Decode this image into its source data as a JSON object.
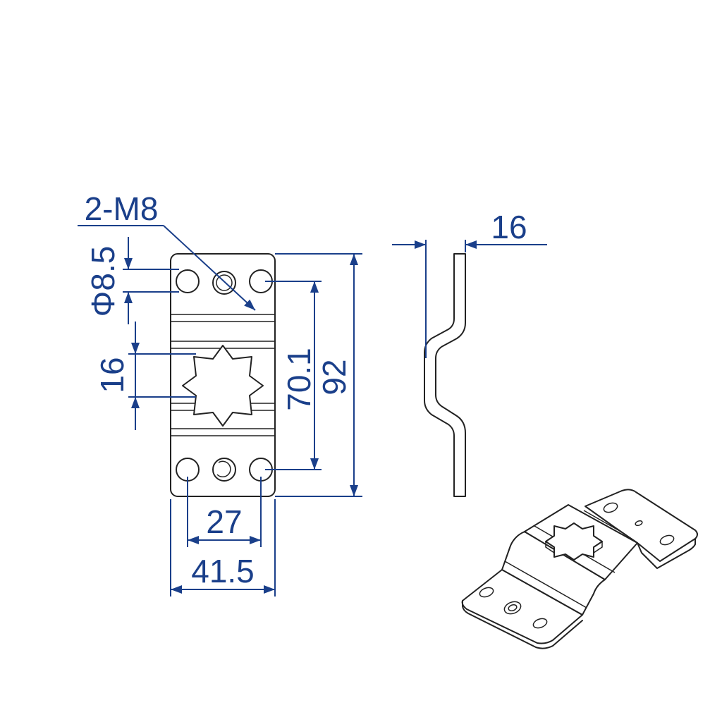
{
  "colors": {
    "dimension": "#1a3f8a",
    "part_outline": "#222222",
    "background": "#ffffff"
  },
  "front_view": {
    "thread_callout": "2-M8",
    "hole_diameter_label": "Φ8.5",
    "star_hole_height_label": "16",
    "hole_pitch_vertical_label": "70.1",
    "overall_height_label": "92",
    "hole_pitch_horizontal_label": "27",
    "overall_width_label": "41.5"
  },
  "side_view": {
    "plate_thickness_offset_label": "16"
  }
}
